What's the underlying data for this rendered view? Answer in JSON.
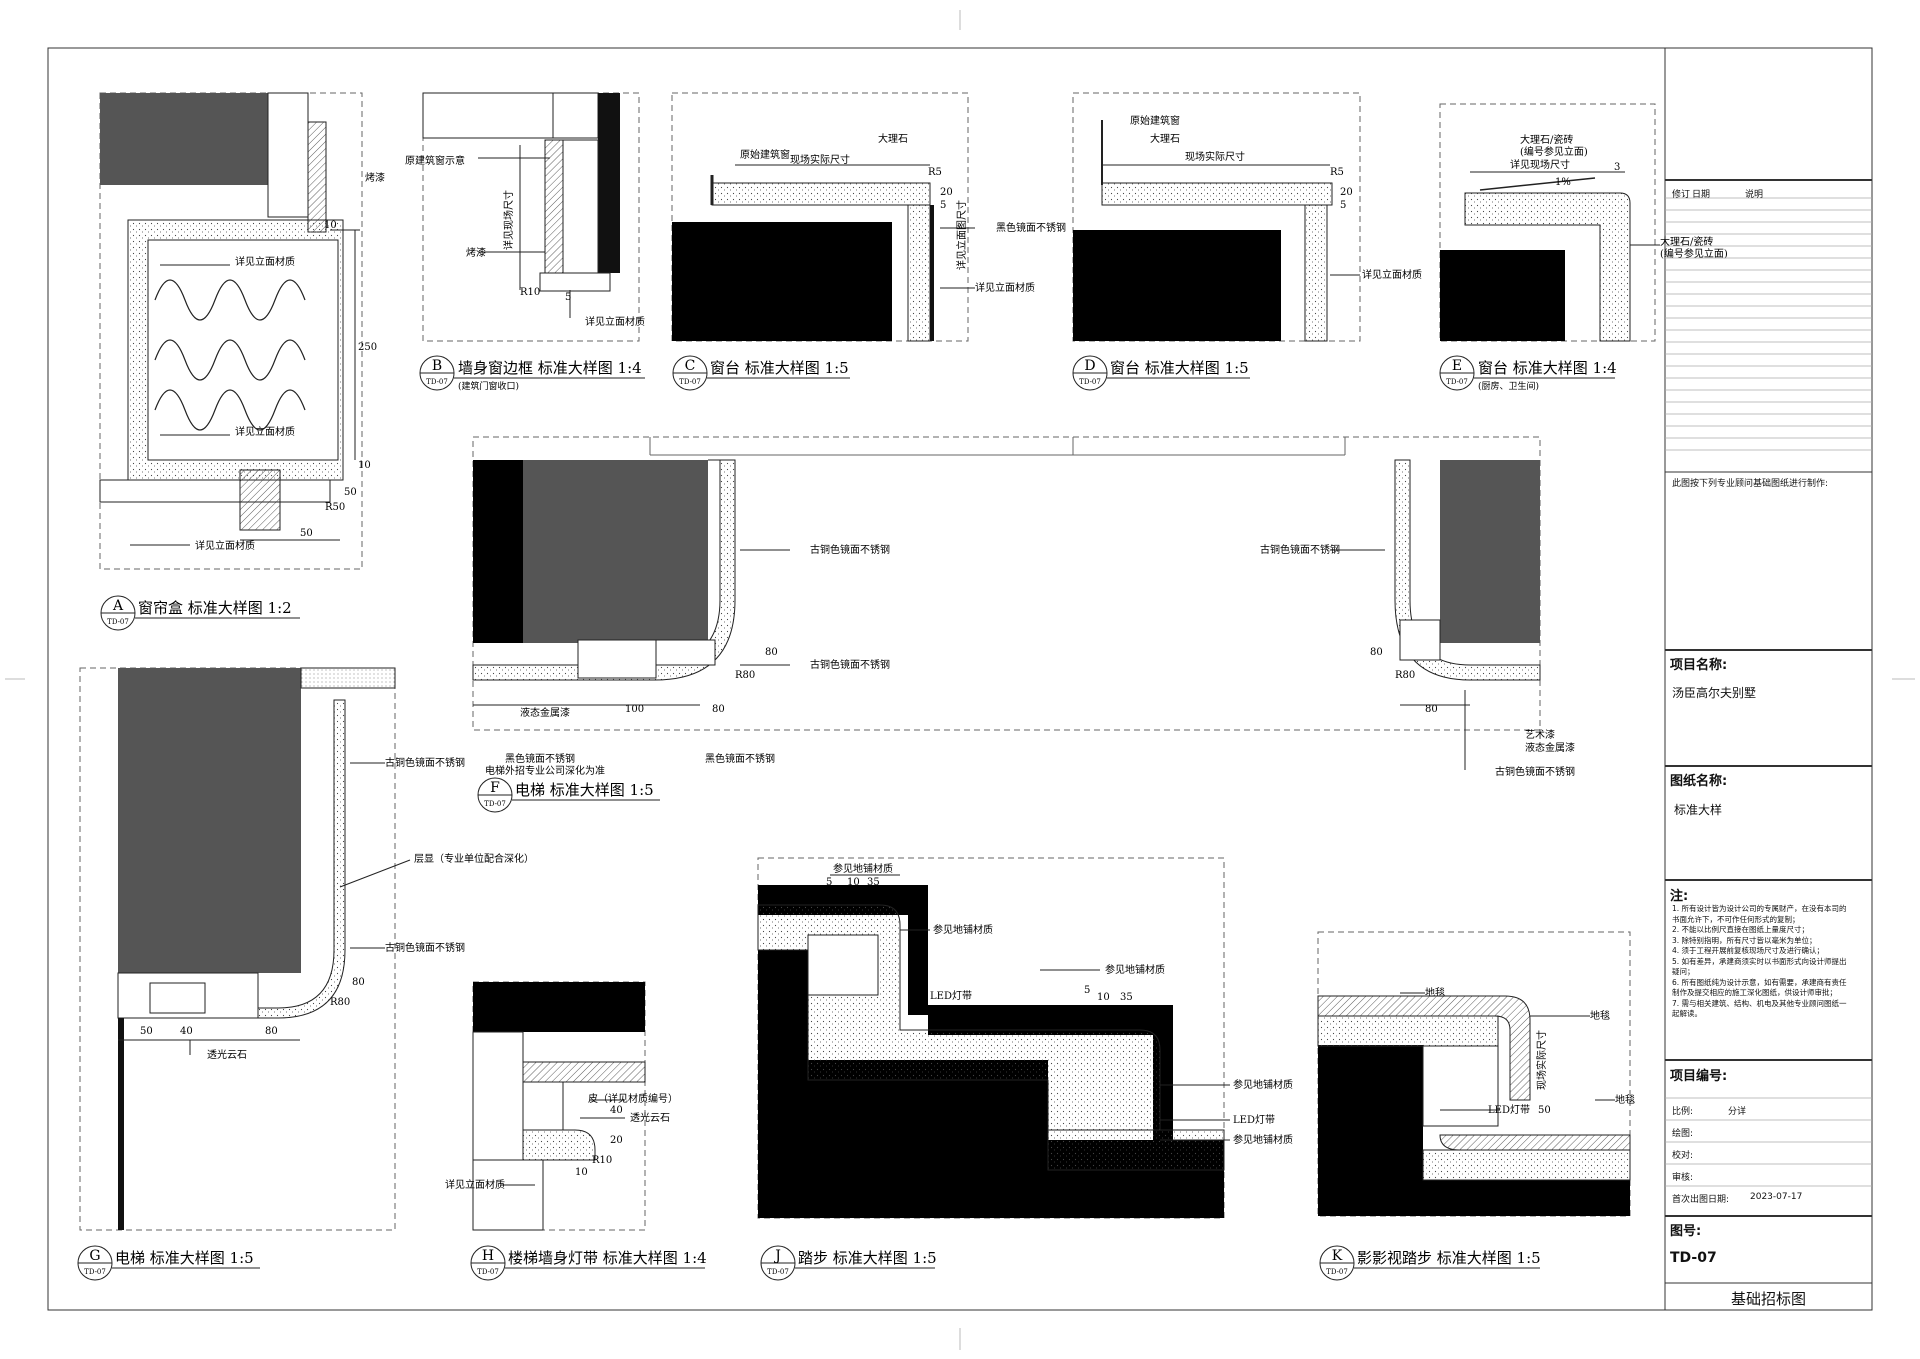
{
  "details": [
    {
      "letter": "A",
      "ref": "TD-07",
      "title": "窗帘盒  标准大样图 1:2",
      "sub": "",
      "labels": [
        "烤漆",
        "详见立面材质",
        "详见立面材质",
        "详见立面材质"
      ],
      "dims": [
        "10",
        "250",
        "10",
        "50",
        "R50",
        "50"
      ]
    },
    {
      "letter": "B",
      "ref": "TD-07",
      "title": "墙身窗边框  标准大样图 1:4",
      "sub": "(建筑门窗收口)",
      "labels": [
        "原建筑窗示意",
        "详见现场尺寸",
        "烤漆",
        "详见立面材质"
      ],
      "dims": [
        "R10",
        "5"
      ]
    },
    {
      "letter": "C",
      "ref": "TD-07",
      "title": "窗台  标准大样图 1:5",
      "sub": "",
      "labels": [
        "原始建筑窗",
        "现场实际尺寸",
        "大理石",
        "黑色镜面不锈钢",
        "详见立面图尺寸",
        "详见立面材质"
      ],
      "dims": [
        "R5",
        "20",
        "5"
      ]
    },
    {
      "letter": "D",
      "ref": "TD-07",
      "title": "窗台  标准大样图 1:5",
      "sub": "",
      "labels": [
        "原始建筑窗",
        "大理石",
        "现场实际尺寸",
        "详见立面材质"
      ],
      "dims": [
        "R5",
        "20",
        "5"
      ]
    },
    {
      "letter": "E",
      "ref": "TD-07",
      "title": "窗台  标准大样图 1:4",
      "sub": "(厨房、卫生间)",
      "labels": [
        "大理石/瓷砖",
        "(编号参见立面)",
        "详见现场尺寸",
        "1%",
        "大理石/瓷砖",
        "(编号参见立面)"
      ],
      "dims": [
        "3"
      ]
    },
    {
      "letter": "F",
      "ref": "TD-07",
      "title": "电梯  标准大样图 1:5",
      "sub": "",
      "labels": [
        "古铜色镜面不锈钢",
        "古铜色镜面不锈钢",
        "液态金属漆",
        "黑色镜面不锈钢",
        "电梯外招专业公司深化为准",
        "黑色镜面不锈钢",
        "古铜色镜面不锈钢",
        "艺术漆",
        "液态金属漆",
        "古铜色镜面不锈钢"
      ],
      "dims": [
        "80",
        "R80",
        "100",
        "80",
        "80",
        "R80",
        "80"
      ]
    },
    {
      "letter": "G",
      "ref": "TD-07",
      "title": "电梯  标准大样图 1:5",
      "sub": "",
      "labels": [
        "古铜色镜面不锈钢",
        "层显（专业单位配合深化）",
        "古铜色镜面不锈钢",
        "透光云石"
      ],
      "dims": [
        "80",
        "R80",
        "50",
        "40",
        "80"
      ]
    },
    {
      "letter": "H",
      "ref": "TD-07",
      "title": "楼梯墙身灯带  标准大样图 1:4",
      "sub": "",
      "labels": [
        "皮（详见材质编号）",
        "透光云石",
        "详见立面材质"
      ],
      "dims": [
        "40",
        "20",
        "R10",
        "10"
      ]
    },
    {
      "letter": "J",
      "ref": "TD-07",
      "title": "踏步  标准大样图 1:5",
      "sub": "",
      "labels": [
        "参见地铺材质",
        "参见地铺材质",
        "LED灯带",
        "参见地铺材质",
        "参见地铺材质",
        "LED灯带",
        "参见地铺材质"
      ],
      "dims": [
        "5",
        "10",
        "35",
        "5",
        "10",
        "35"
      ]
    },
    {
      "letter": "K",
      "ref": "TD-07",
      "title": "影影视踏步  标准大样图 1:5",
      "sub": "",
      "labels": [
        "地毯",
        "地毯",
        "LED灯带",
        "现场实际尺寸",
        "地毯"
      ],
      "dims": [
        "50"
      ]
    }
  ],
  "title_block": {
    "revision_header": [
      "修订",
      "日期",
      "说明"
    ],
    "basis_note": "此图按下列专业顾问基础图纸进行制作:",
    "project_label": "项目名称:",
    "project_name": "汤臣高尔夫别墅",
    "drawing_label": "图纸名称:",
    "drawing_name": "标准大样",
    "notes_label": "注:",
    "notes": [
      "1. 所有设计皆为设计公司的专属财产，在没有本司的书面允许下，不可作任何形式的复制；",
      "2. 不能以比例尺直接在图纸上量度尺寸；",
      "3. 除特别指明，所有尺寸皆以毫米为单位；",
      "4. 须于工程开展前复核现场尺寸及进行确认；",
      "5. 如有差异，承建商须实时以书面形式向设计师提出疑问；",
      "6. 所有图纸纯为设计示意，如有需要，承建商有责任制作及提交相应的施工深化图纸，供设计师审批；",
      "7. 需与相关建筑、结构、机电及其他专业顾问图纸一起解读。"
    ],
    "project_no_label": "项目编号:",
    "scale_label": "比例:",
    "scale_value": "分详",
    "drawn_label": "绘图:",
    "checked_label": "校对:",
    "approved_label": "审核:",
    "date_label": "首次出图日期:",
    "date_value": "2023-07-17",
    "drawing_no_label": "图号:",
    "drawing_no": "TD-07",
    "stage": "基础招标图"
  }
}
